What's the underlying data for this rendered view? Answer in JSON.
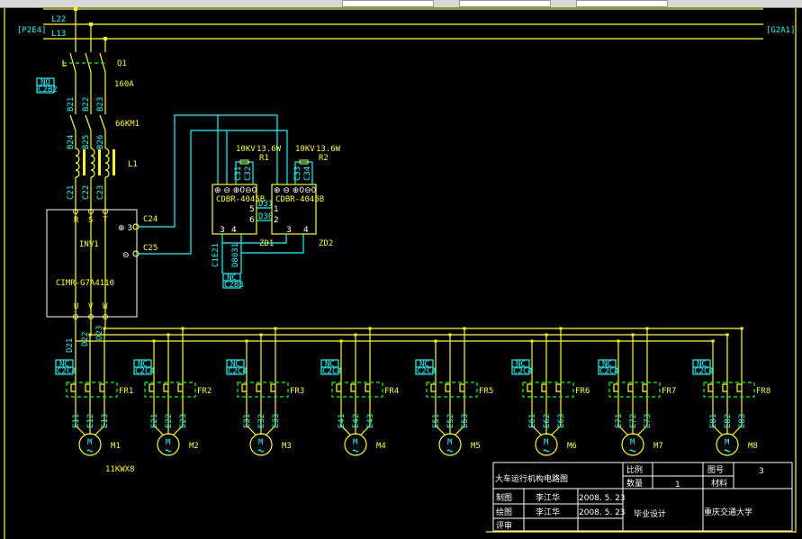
{
  "colors": {
    "background": "#000000",
    "bus": "#ffff00",
    "control": "#00ffff",
    "dashed": "#00ff00",
    "title_block": "#ffffff"
  },
  "bus": {
    "left_tag": "[P2E4]",
    "right_tag": "[G2A1]",
    "l22": "L22",
    "l13": "L13"
  },
  "breaker": {
    "name": "Q1",
    "rating": "160A",
    "box_top": "NO",
    "box_bottom": "C2B2"
  },
  "contactor": {
    "name": "66KM1"
  },
  "reactor": {
    "name": "L1"
  },
  "wire_labels": {
    "b": [
      "B21",
      "B22",
      "B23"
    ],
    "b2": [
      "B24",
      "B25",
      "B26"
    ],
    "c": [
      "C21",
      "C22",
      "C23"
    ],
    "c24": "C24",
    "c25": "C25",
    "d": [
      "D21",
      "D22",
      "D23"
    ]
  },
  "inverter": {
    "name": "INV1",
    "model": "CIMR-G7A4110",
    "inputs": [
      "R",
      "S",
      "T"
    ],
    "outputs": [
      "U",
      "V",
      "W"
    ],
    "plus": "⊕ 3",
    "minus": "⊖"
  },
  "brake_units": [
    {
      "id": "ZD1",
      "model": "CDBR-4045B",
      "res_v": "10KV",
      "res_w": "13.6W",
      "res_name": "R1",
      "wires": [
        "C31",
        "C32"
      ],
      "pins": [
        "3",
        "4",
        "5",
        "6"
      ],
      "terms": "⊕ ⊖ ⊕0⊖0"
    },
    {
      "id": "ZD2",
      "model": "CDBR-4045B",
      "res_v": "10KV",
      "res_w": "13.6W",
      "res_name": "R2",
      "wires": [
        "C33",
        "C34"
      ],
      "pins": [
        "1",
        "2",
        "3",
        "4"
      ],
      "terms": "⊕ ⊖ ⊕0⊖0"
    }
  ],
  "link_wires": [
    "D31",
    "D30"
  ],
  "bottom_wires": [
    "C1E21",
    "D8031"
  ],
  "nc_box": {
    "top": "NC",
    "bottom": "C2B3"
  },
  "motors": [
    {
      "fr": "FR1",
      "m": "M1",
      "e": [
        "E11",
        "E12",
        "E13"
      ],
      "nc": [
        "NC",
        "C2C4"
      ]
    },
    {
      "fr": "FR2",
      "m": "M2",
      "e": [
        "E21",
        "E22",
        "E23"
      ],
      "nc": [
        "NC",
        "C2C4"
      ]
    },
    {
      "fr": "FR3",
      "m": "M3",
      "e": [
        "E31",
        "E32",
        "E33"
      ],
      "nc": [
        "NC",
        "C2C4"
      ]
    },
    {
      "fr": "FR4",
      "m": "M4",
      "e": [
        "E41",
        "E42",
        "E43"
      ],
      "nc": [
        "NC",
        "C2C4"
      ]
    },
    {
      "fr": "FR5",
      "m": "M5",
      "e": [
        "E51",
        "E52",
        "E53"
      ],
      "nc": [
        "NC",
        "C2C4"
      ]
    },
    {
      "fr": "FR6",
      "m": "M6",
      "e": [
        "E61",
        "E62",
        "E63"
      ],
      "nc": [
        "NC",
        "C2C4"
      ]
    },
    {
      "fr": "FR7",
      "m": "M7",
      "e": [
        "E71",
        "E72",
        "E73"
      ],
      "nc": [
        "NC",
        "C2C4"
      ]
    },
    {
      "fr": "FR8",
      "m": "M8",
      "e": [
        "E81",
        "E82",
        "E83"
      ],
      "nc": [
        "NC",
        "C2C4"
      ]
    }
  ],
  "motor_symbol": "M",
  "motor_rating": "11KWX8",
  "title_block": {
    "title": "大车运行机构电路图",
    "scale_label": "比例",
    "scale_value": "",
    "drawing_no_label": "图号",
    "drawing_no_value": "3",
    "quantity_label": "数量",
    "quantity_value": "1",
    "material_label": "材料",
    "material_value": "",
    "drafted_label": "制图",
    "drafted_by": "李江华",
    "drafted_date": "2008. 5. 23",
    "drawn_label": "绘图",
    "drawn_by": "李江华",
    "drawn_date": "2008. 5. 23",
    "review_label": "评审",
    "project": "毕业设计",
    "school": "重庆交通大学"
  }
}
